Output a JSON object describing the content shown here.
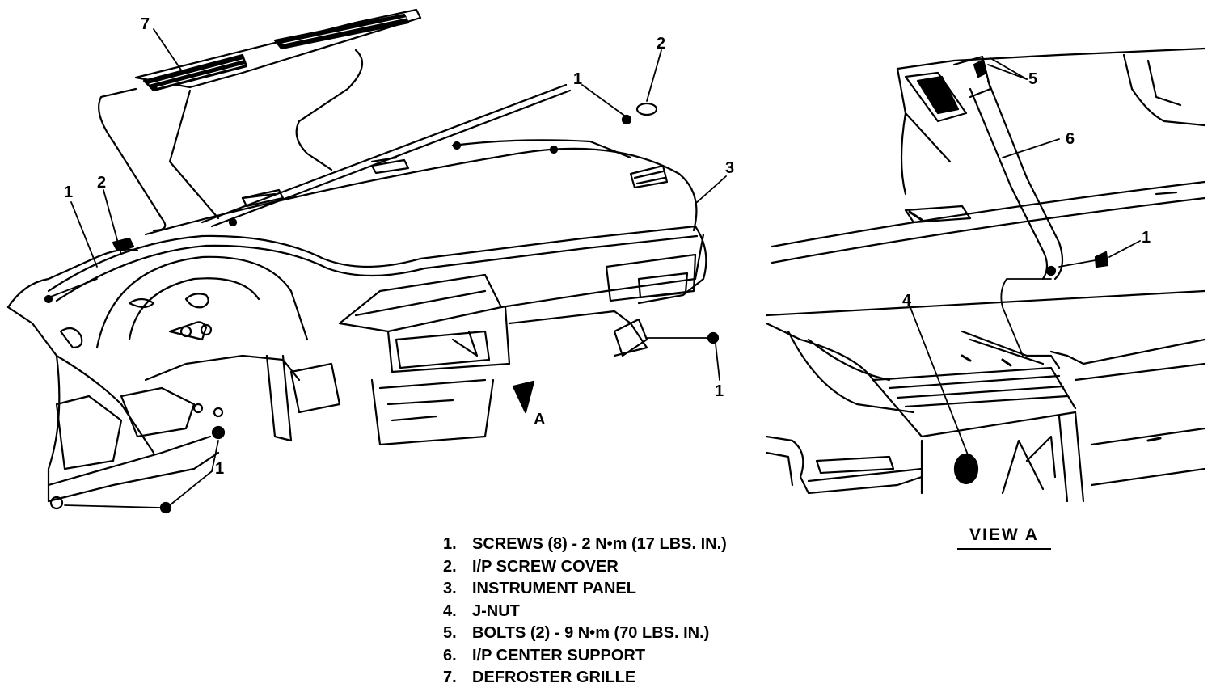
{
  "callouts": {
    "main": [
      {
        "id": "c7",
        "text": "7"
      },
      {
        "id": "c1-top",
        "text": "1"
      },
      {
        "id": "c2-top",
        "text": "2"
      },
      {
        "id": "c3",
        "text": "3"
      },
      {
        "id": "c1-left",
        "text": "1"
      },
      {
        "id": "c2-left",
        "text": "2"
      },
      {
        "id": "c1-right",
        "text": "1"
      },
      {
        "id": "c1-bottom",
        "text": "1"
      },
      {
        "id": "cA",
        "text": "A"
      }
    ],
    "view_a": [
      {
        "id": "v5",
        "text": "5"
      },
      {
        "id": "v6",
        "text": "6"
      },
      {
        "id": "v1",
        "text": "1"
      },
      {
        "id": "v4",
        "text": "4"
      }
    ]
  },
  "view_label": "VIEW A",
  "legend": [
    {
      "num": "1.",
      "text": "SCREWS (8) - 2 N•m (17 LBS. IN.)"
    },
    {
      "num": "2.",
      "text": "I/P SCREW COVER"
    },
    {
      "num": "3.",
      "text": "INSTRUMENT PANEL"
    },
    {
      "num": "4.",
      "text": "J-NUT"
    },
    {
      "num": "5.",
      "text": "BOLTS (2) - 9 N•m (70 LBS. IN.)"
    },
    {
      "num": "6.",
      "text": "I/P CENTER SUPPORT"
    },
    {
      "num": "7.",
      "text": "DEFROSTER GRILLE"
    }
  ]
}
